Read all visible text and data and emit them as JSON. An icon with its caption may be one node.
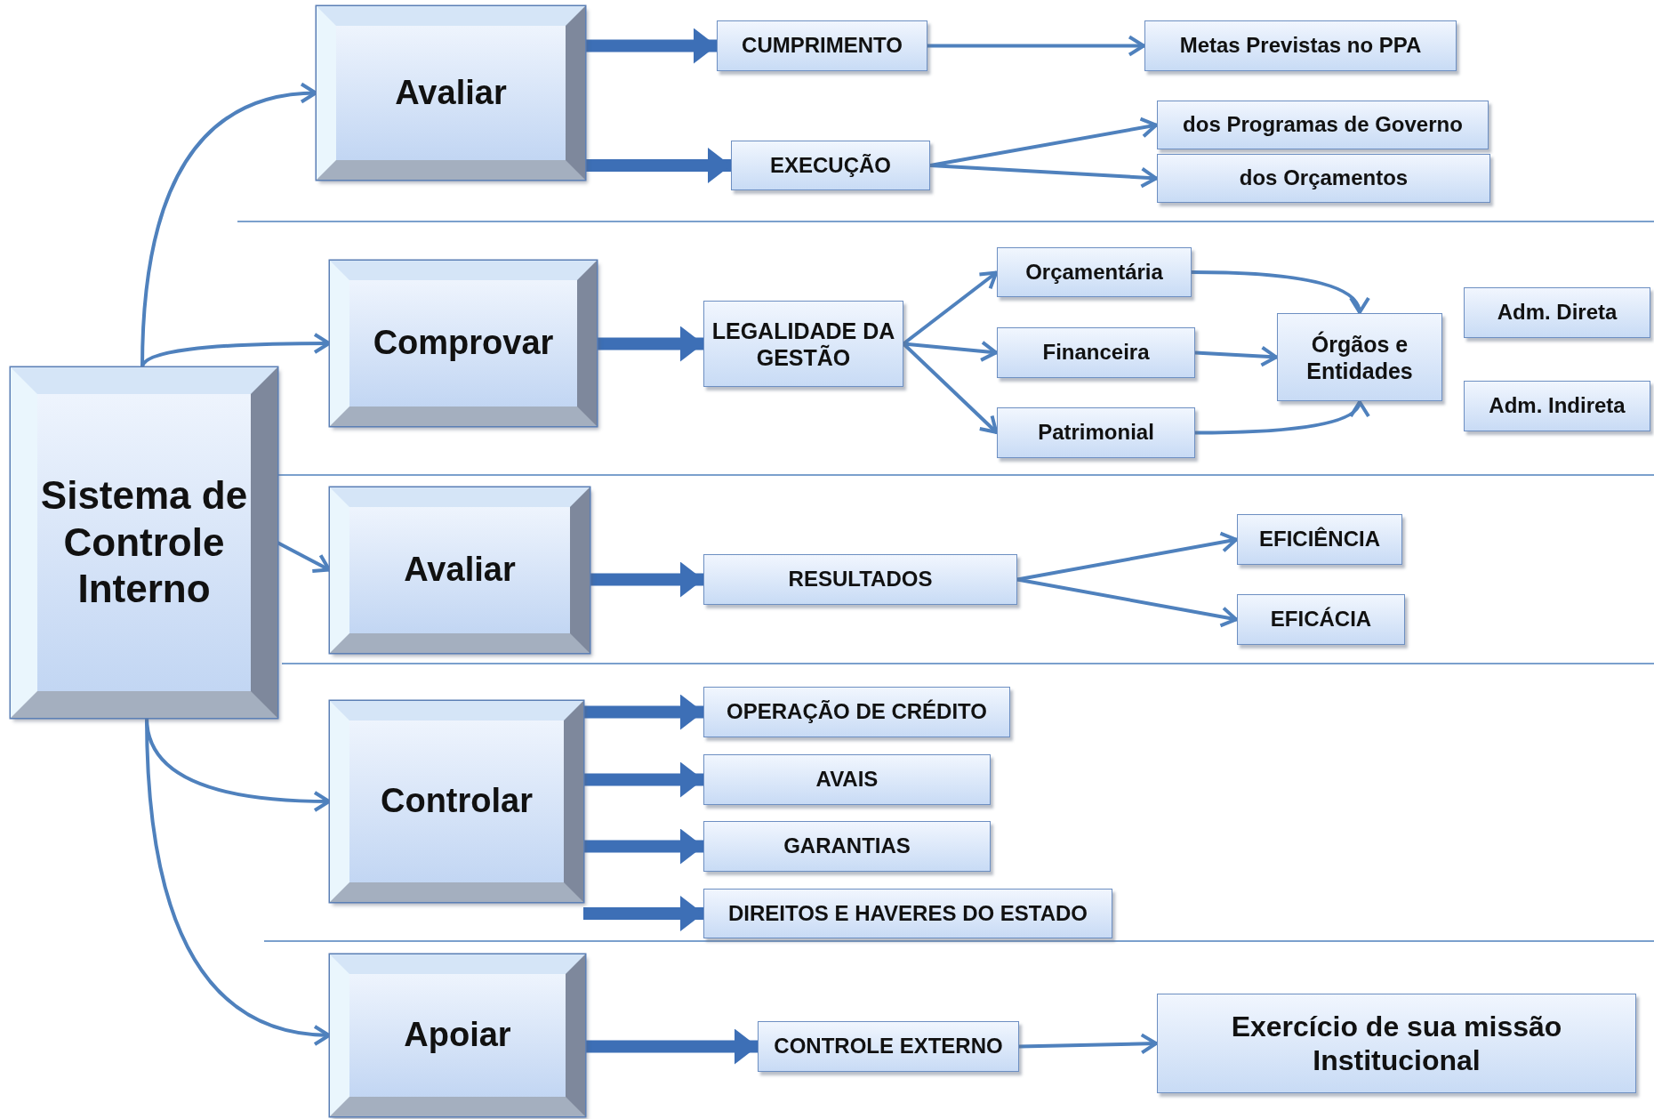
{
  "diagram": {
    "nodes": [
      {
        "text": [
          "Sistema de Controle Interno"
        ]
      },
      {
        "text": [
          "Avaliar"
        ]
      },
      {
        "text": [
          "CUMPRIMENTO"
        ]
      },
      {
        "text": [
          "Metas Previstas no PPA"
        ]
      },
      {
        "text": [
          "EXECUÇÃO"
        ]
      },
      {
        "text": [
          "dos Programas de Governo"
        ]
      },
      {
        "text": [
          "dos Orçamentos"
        ]
      },
      {
        "text": [
          "Comprovar"
        ]
      },
      {
        "text": [
          "LEGALIDADE DA GESTÃO"
        ]
      },
      {
        "text": [
          "Orçamentária"
        ]
      },
      {
        "text": [
          "Financeira"
        ]
      },
      {
        "text": [
          "Patrimonial"
        ]
      },
      {
        "text": [
          "Órgãos e Entidades"
        ]
      },
      {
        "text": [
          "Adm. Direta"
        ]
      },
      {
        "text": [
          "Adm. Indireta"
        ]
      },
      {
        "text": [
          "Avaliar"
        ]
      },
      {
        "text": [
          "RESULTADOS"
        ]
      },
      {
        "text": [
          "EFICIÊNCIA"
        ]
      },
      {
        "text": [
          "EFICÁCIA"
        ]
      },
      {
        "text": [
          "Controlar"
        ]
      },
      {
        "text": [
          "OPERAÇÃO DE CRÉDITO"
        ]
      },
      {
        "text": [
          "AVAIS"
        ]
      },
      {
        "text": [
          "GARANTIAS"
        ]
      },
      {
        "text": [
          "DIREITOS E HAVERES DO ESTADO"
        ]
      },
      {
        "text": [
          "Apoiar"
        ]
      },
      {
        "text": [
          "CONTROLE EXTERNO"
        ]
      },
      {
        "text": [
          "Exercício de sua missão Institucional"
        ]
      }
    ],
    "edges": [
      {
        "from": 0,
        "to": 1,
        "arrow": "to"
      },
      {
        "from": 0,
        "to": 7,
        "arrow": "to"
      },
      {
        "from": 0,
        "to": 15,
        "arrow": "to"
      },
      {
        "from": 0,
        "to": 19,
        "arrow": "to"
      },
      {
        "from": 0,
        "to": 24,
        "arrow": "to"
      },
      {
        "from": 1,
        "to": 2,
        "arrow": "to",
        "style": "thick"
      },
      {
        "from": 1,
        "to": 4,
        "arrow": "to",
        "style": "thick"
      },
      {
        "from": 2,
        "to": 3,
        "arrow": "to"
      },
      {
        "from": 4,
        "to": 5,
        "arrow": "to"
      },
      {
        "from": 4,
        "to": 6,
        "arrow": "to"
      },
      {
        "from": 7,
        "to": 8,
        "arrow": "to",
        "style": "thick"
      },
      {
        "from": 8,
        "to": 9,
        "arrow": "to"
      },
      {
        "from": 8,
        "to": 10,
        "arrow": "to"
      },
      {
        "from": 8,
        "to": 11,
        "arrow": "to"
      },
      {
        "from": 9,
        "to": 12,
        "arrow": "to"
      },
      {
        "from": 10,
        "to": 12,
        "arrow": "to"
      },
      {
        "from": 11,
        "to": 12,
        "arrow": "to"
      },
      {
        "from": 15,
        "to": 16,
        "arrow": "to",
        "style": "thick"
      },
      {
        "from": 16,
        "to": 17,
        "arrow": "to"
      },
      {
        "from": 16,
        "to": 18,
        "arrow": "to"
      },
      {
        "from": 19,
        "to": 20,
        "arrow": "to",
        "style": "thick"
      },
      {
        "from": 19,
        "to": 21,
        "arrow": "to",
        "style": "thick"
      },
      {
        "from": 19,
        "to": 22,
        "arrow": "to",
        "style": "thick"
      },
      {
        "from": 19,
        "to": 23,
        "arrow": "to",
        "style": "thick"
      },
      {
        "from": 24,
        "to": 25,
        "arrow": "to",
        "style": "thick"
      },
      {
        "from": 25,
        "to": 26,
        "arrow": "to"
      }
    ]
  }
}
